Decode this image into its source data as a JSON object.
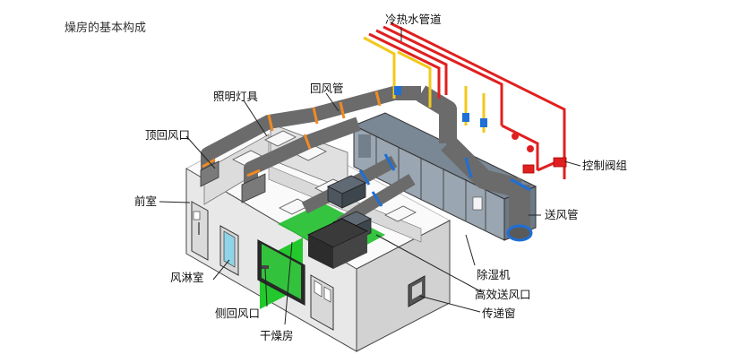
{
  "title": "燥房的基本构成",
  "labels": {
    "water_pipe": "冷热水管道",
    "return_duct": "回风管",
    "lighting": "照明灯具",
    "top_return": "顶回风口",
    "anteroom": "前室",
    "control_valve": "控制阀组",
    "supply_duct": "送风管",
    "air_shower": "风淋室",
    "dehumidifier": "除湿机",
    "hepa_outlet": "高效送风口",
    "side_return": "侧回风口",
    "pass_box": "传递窗",
    "dry_room": "干燥房"
  },
  "colors": {
    "wall_light": "#e6e6e6",
    "wall_mid": "#cfcfcf",
    "wall_dark": "#b5b5b5",
    "duct": "#6b6b6b",
    "duct_dark": "#4a4a4a",
    "flange_orange": "#f08a24",
    "flange_blue": "#1e6fd6",
    "pipe_red": "#e02020",
    "pipe_yellow": "#f2c81a",
    "unit_body": "#8e9aa6",
    "floor_green": "#22c22a"
  }
}
